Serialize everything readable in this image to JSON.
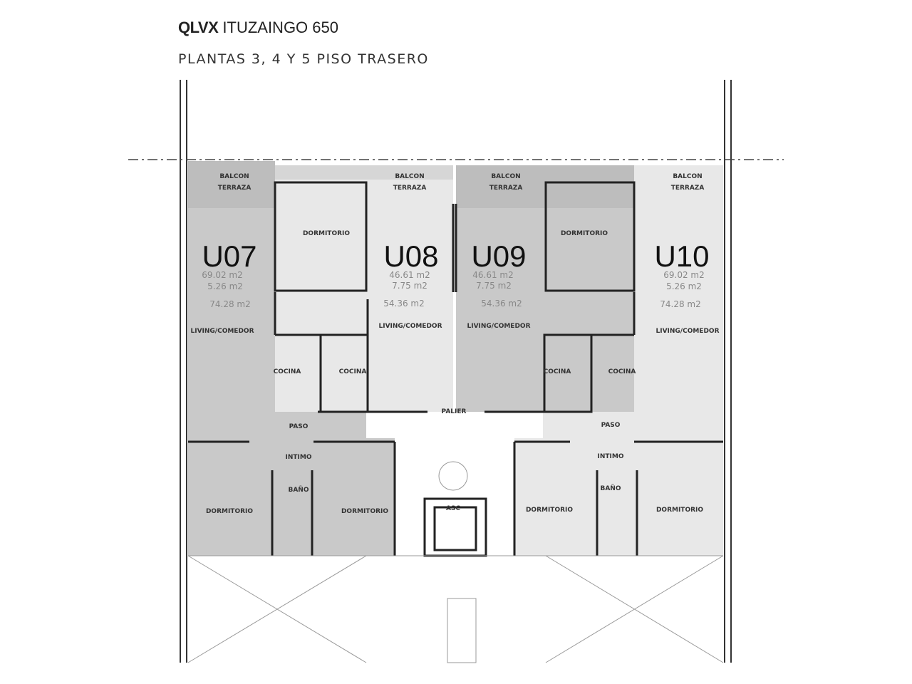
{
  "header": {
    "brand": "QLVX",
    "project": "ITUZAINGO 650",
    "subtitle": "PLANTAS 3, 4 Y 5 PISO TRASERO"
  },
  "labels": {
    "balcon": "BALCON",
    "terraza": "TERRAZA",
    "dormitorio": "DORMITORIO",
    "living": "LIVING/COMEDOR",
    "cocina": "COCINA",
    "palier": "PALIER",
    "paso": "PASO",
    "intimo": "INTIMO",
    "bano": "BAÑO",
    "asc": "ASC"
  },
  "units": [
    {
      "id": "U07",
      "covered": "69.02 m2",
      "semi": "5.26 m2",
      "total": "74.28 m2"
    },
    {
      "id": "U08",
      "covered": "46.61 m2",
      "semi": "7.75 m2",
      "total": "54.36 m2"
    },
    {
      "id": "U09",
      "covered": "46.61 m2",
      "semi": "7.75 m2",
      "total": "54.36 m2"
    },
    {
      "id": "U10",
      "covered": "69.02 m2",
      "semi": "5.26 m2",
      "total": "74.28 m2"
    }
  ],
  "colors": {
    "dark_unit": "#c9c9c9",
    "light_unit": "#e8e8e8"
  }
}
